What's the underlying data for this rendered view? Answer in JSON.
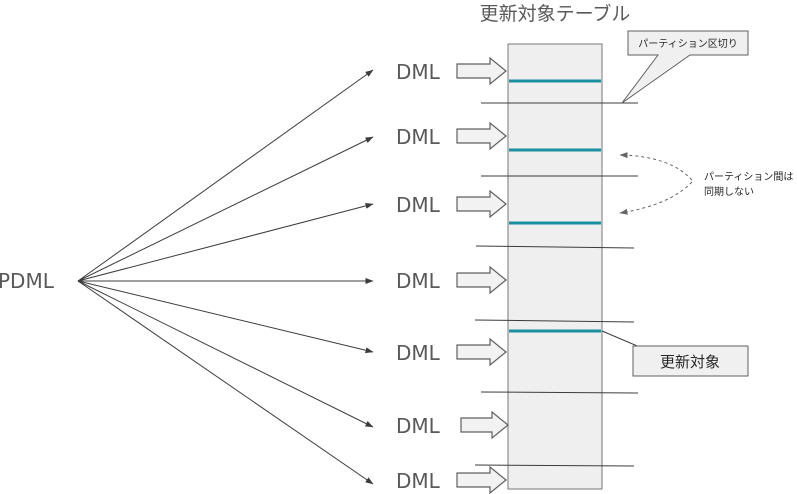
{
  "title": "更新対象テーブル",
  "source_label": "PDML",
  "dml_label": "DML",
  "callout_partition": "パーティション区切り",
  "note_line1": "パーティション間は",
  "note_line2": "同期しない",
  "callout_target": "更新対象",
  "colors": {
    "line": "#3c3c3c",
    "teal": "#1a8fa0",
    "table_fill": "#efefef",
    "table_stroke": "#777777",
    "arrow_fill": "#f2f2f2",
    "arrow_stroke": "#606060",
    "callout_fill": "#f0f0f0",
    "text": "#595959"
  }
}
